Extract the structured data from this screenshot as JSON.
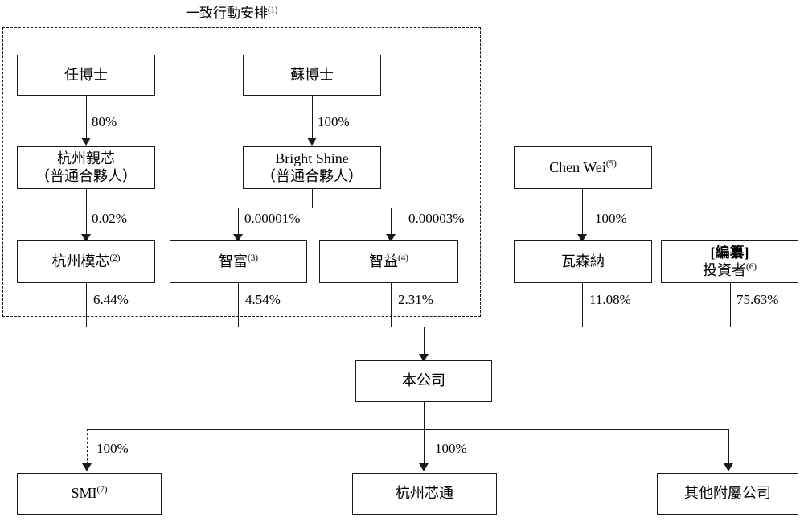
{
  "diagram": {
    "title": "一致行動安排",
    "title_sup": "(1)",
    "type": "shareholding-structure-chart"
  },
  "group_box": {
    "label": "一致行動安排",
    "label_sup": "(1)"
  },
  "nodes": {
    "ren_boshi": {
      "line1": "任博士"
    },
    "su_boshi": {
      "line1": "蘇博士"
    },
    "hangzhou_qinxin": {
      "line1": "杭州親芯",
      "line2": "（普通合夥人）"
    },
    "bright_shine": {
      "line1": "Bright Shine",
      "line2": "（普通合夥人）"
    },
    "chen_wei": {
      "line1": "Chen Wei",
      "sup": "(5)"
    },
    "hangzhou_moxin": {
      "line1": "杭州模芯",
      "sup": "(2)"
    },
    "zhifu": {
      "line1": "智富",
      "sup": "(3)"
    },
    "zhiyi": {
      "line1": "智益",
      "sup": "(4)"
    },
    "wasenna": {
      "line1": "瓦森納"
    },
    "investor": {
      "line1": "[編纂]",
      "line2": "投資者",
      "sup": "(6)"
    },
    "company": {
      "line1": "本公司"
    },
    "smi": {
      "line1": "SMI",
      "sup": "(7)"
    },
    "hangzhou_xintong": {
      "line1": "杭州芯通"
    },
    "other_subs": {
      "line1": "其他附屬公司"
    }
  },
  "edges": {
    "ren_to_qinxin": "80%",
    "su_to_brightshine": "100%",
    "qinxin_to_moxin": "0.02%",
    "brightshine_to_zhifu": "0.00001%",
    "brightshine_to_zhiyi": "0.00003%",
    "chenwei_to_wasenna": "100%",
    "moxin_to_company": "6.44%",
    "zhifu_to_company": "4.54%",
    "zhiyi_to_company": "2.31%",
    "wasenna_to_company": "11.08%",
    "investor_to_company": "75.63%",
    "company_to_smi": "100%",
    "company_to_xintong": "100%"
  },
  "colors": {
    "stroke": "#1a1a1a",
    "background": "#ffffff"
  }
}
